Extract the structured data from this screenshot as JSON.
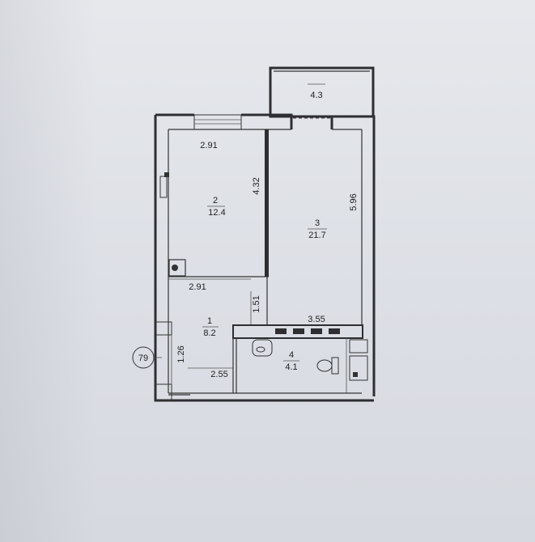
{
  "plan": {
    "rooms": [
      {
        "number": "1",
        "area": "8.2"
      },
      {
        "number": "2",
        "area": "12.4"
      },
      {
        "number": "3",
        "area": "21.7"
      },
      {
        "number": "4",
        "area": "4.1"
      }
    ],
    "balcony_area": "4.3",
    "dimensions": {
      "room2_width_top": "2.91",
      "room2_width_bottom": "2.91",
      "room2_height": "4.32",
      "room3_height": "5.96",
      "room3_width": "3.55",
      "room1_height": "1.51",
      "entry_height": "1.26",
      "bath_width": "2.55"
    },
    "apartment_number": "79"
  },
  "colors": {
    "paper": "#dde0e6",
    "ink": "#2e2e32"
  }
}
